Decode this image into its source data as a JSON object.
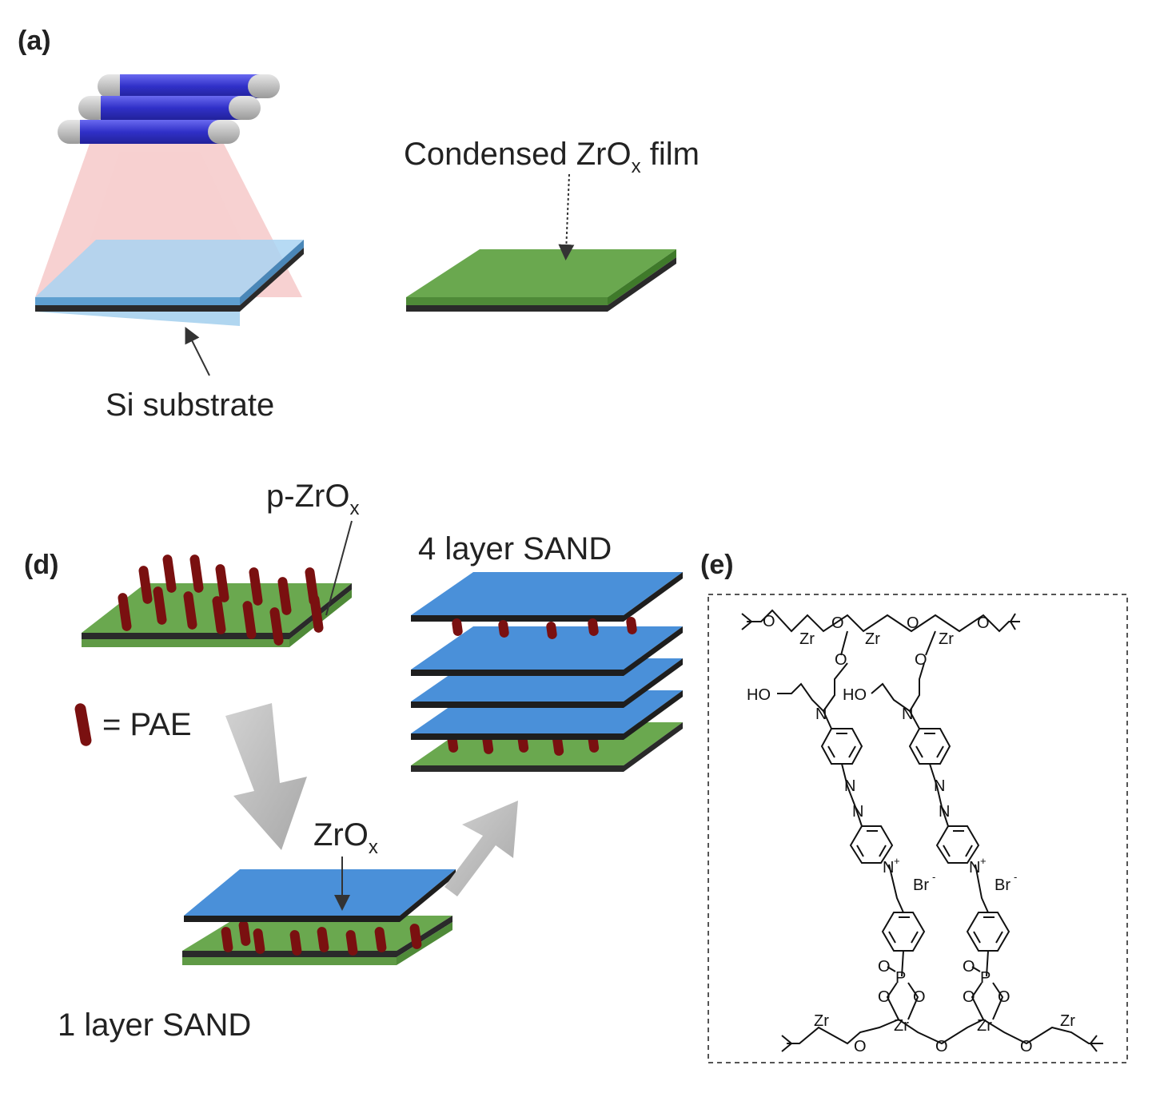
{
  "panels": {
    "a": "(a)",
    "d": "(d)",
    "e": "(e)"
  },
  "labels": {
    "condensed_film": "Condensed ZrO",
    "condensed_film_sub": "x",
    "condensed_film_tail": " film",
    "si_substrate": "Si substrate",
    "p_zrox": "p-ZrO",
    "p_zrox_sub": "x",
    "four_layer": "4 layer SAND",
    "pae_legend": "= PAE",
    "zrox": "ZrO",
    "zrox_sub": "x",
    "one_layer": "1 layer SAND"
  },
  "chem": {
    "zr": "Zr",
    "o": "O",
    "ho": "HO",
    "n": "N",
    "br": "Br",
    "p": "P",
    "plus": "+",
    "minus": "-"
  },
  "colors": {
    "lamp": "#3b3bd6",
    "lamp_cap": "#c9c9c9",
    "uv_light": "#f4c2c2",
    "substrate": "#8ec4ea",
    "zrox_film": "#5a9a3c",
    "zrox_layer": "#4a90d9",
    "pae": "#7a1010",
    "arrow": "#c8c8c8"
  }
}
